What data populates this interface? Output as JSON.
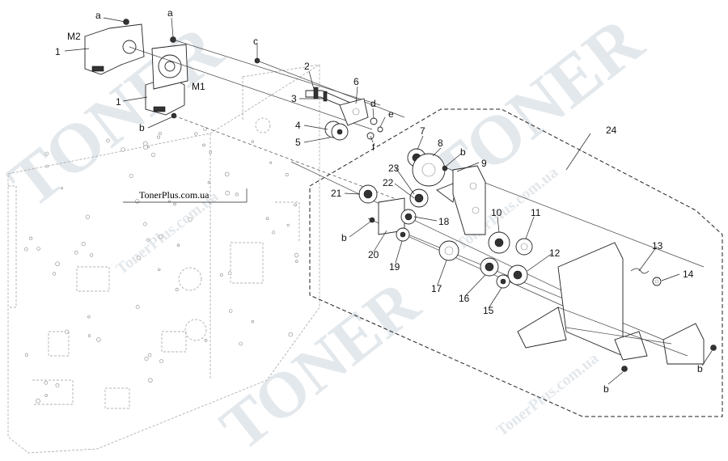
{
  "watermark": {
    "brand": "TONER",
    "site": "TonerPlus.com.ua"
  },
  "site_label": "TonerPlus.com.ua",
  "colors": {
    "line": "#222222",
    "frame": "#9a9a9a",
    "watermark": "#e3e8ec"
  },
  "callouts": [
    {
      "id": "a-1",
      "text": "a"
    },
    {
      "id": "a-2",
      "text": "a"
    },
    {
      "id": "c",
      "text": "c"
    },
    {
      "id": "m2",
      "text": "M2"
    },
    {
      "id": "1-top",
      "text": "1"
    },
    {
      "id": "m1",
      "text": "M1"
    },
    {
      "id": "1-bottom",
      "text": "1"
    },
    {
      "id": "2",
      "text": "2"
    },
    {
      "id": "3",
      "text": "3"
    },
    {
      "id": "4",
      "text": "4"
    },
    {
      "id": "5",
      "text": "5"
    },
    {
      "id": "6",
      "text": "6"
    },
    {
      "id": "d",
      "text": "d"
    },
    {
      "id": "e",
      "text": "e"
    },
    {
      "id": "f",
      "text": "f"
    },
    {
      "id": "b-left",
      "text": "b"
    },
    {
      "id": "7",
      "text": "7"
    },
    {
      "id": "8",
      "text": "8"
    },
    {
      "id": "b-top",
      "text": "b"
    },
    {
      "id": "9",
      "text": "9"
    },
    {
      "id": "24",
      "text": "24"
    },
    {
      "id": "23",
      "text": "23"
    },
    {
      "id": "22",
      "text": "22"
    },
    {
      "id": "21",
      "text": "21"
    },
    {
      "id": "18",
      "text": "18"
    },
    {
      "id": "b-mid",
      "text": "b"
    },
    {
      "id": "20",
      "text": "20"
    },
    {
      "id": "19",
      "text": "19"
    },
    {
      "id": "17",
      "text": "17"
    },
    {
      "id": "10",
      "text": "10"
    },
    {
      "id": "11",
      "text": "11"
    },
    {
      "id": "12",
      "text": "12"
    },
    {
      "id": "16",
      "text": "16"
    },
    {
      "id": "15",
      "text": "15"
    },
    {
      "id": "13",
      "text": "13"
    },
    {
      "id": "14",
      "text": "14"
    },
    {
      "id": "b-bottom",
      "text": "b"
    },
    {
      "id": "b-right",
      "text": "b"
    }
  ]
}
